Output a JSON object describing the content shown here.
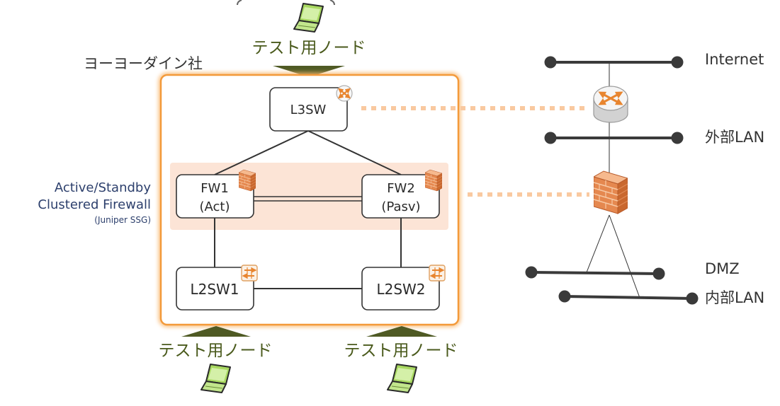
{
  "company_name": "ヨーヨーダイン社",
  "test_nodes": {
    "top": "テスト用ノード",
    "bottom_left": "テスト用ノード",
    "bottom_right": "テスト用ノード"
  },
  "cluster_label": {
    "title": "Active/Standby",
    "subtitle": "Clustered Firewall",
    "vendor": "(Juniper SSG)"
  },
  "devices": {
    "l3sw": "L3SW",
    "fw1": {
      "name": "FW1",
      "role": "(Act)"
    },
    "fw2": {
      "name": "FW2",
      "role": "(Pasv)"
    },
    "l2sw1": "L2SW1",
    "l2sw2": "L2SW2"
  },
  "networks": {
    "internet": "Internet",
    "external_lan": "外部LAN",
    "dmz": "DMZ",
    "internal_lan": "内部LAN"
  },
  "icons": {
    "laptop": "laptop-icon",
    "router": "router-icon",
    "firewall": "firewall-icon",
    "switch": "switch-icon"
  },
  "colors": {
    "frame_accent": "#f5a54a",
    "cluster_band": "#fce4d6",
    "test_node_olive": "#4f5a24",
    "cluster_label_navy": "#2c3f6c",
    "link_dotted": "#f9c9a0"
  }
}
